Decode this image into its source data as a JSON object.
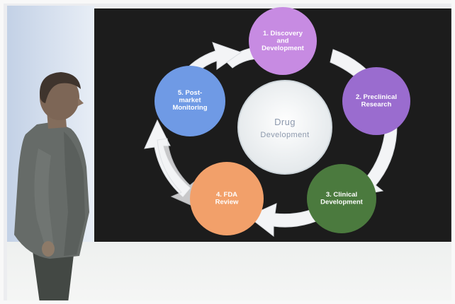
{
  "slide": {
    "center_line1": "Drug",
    "center_line2": "Development",
    "stages": [
      {
        "id": "discovery",
        "lines": [
          "1. Discovery",
          "and",
          "Development"
        ],
        "color": "#c78be2"
      },
      {
        "id": "preclinical",
        "lines": [
          "2. Preclinical",
          "Research"
        ],
        "color": "#9a6ccf"
      },
      {
        "id": "clinical",
        "lines": [
          "3. Clinical",
          "Development"
        ],
        "color": "#4b7a3e"
      },
      {
        "id": "fda",
        "lines": [
          "4. FDA",
          "Review"
        ],
        "color": "#f2a06a"
      },
      {
        "id": "postmarket",
        "lines": [
          "5. Post-",
          "market",
          "Monitoring"
        ],
        "color": "#6f9ae5"
      }
    ]
  },
  "colors": {
    "screen": "#1c1c1c",
    "wall": "#e7eaef",
    "wall_left": "#cbd6e6",
    "center_fill": "#f3f5f5",
    "arrow": "#f3f4f6"
  }
}
